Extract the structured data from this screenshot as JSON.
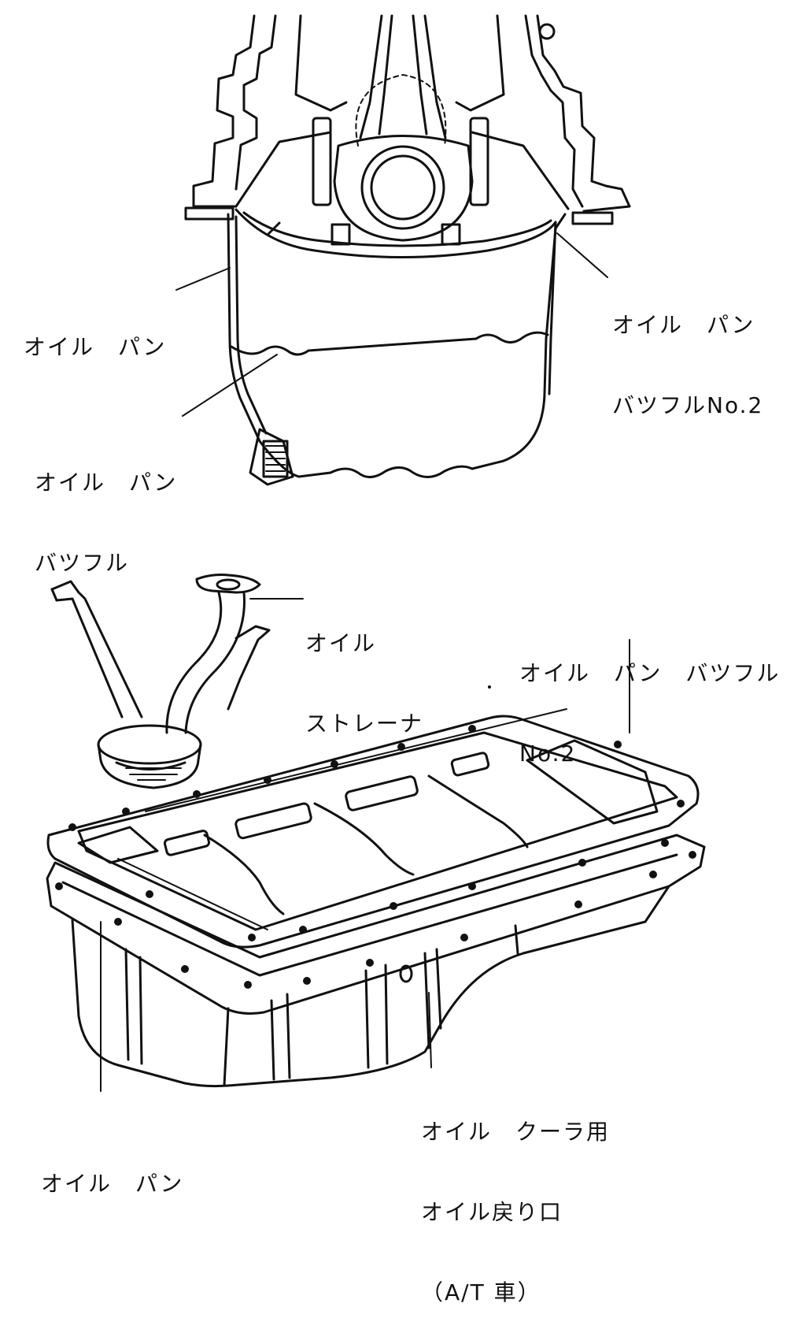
{
  "diagram": {
    "ink_color": "#111111",
    "paper_color": "#ffffff",
    "top_view": {
      "labels": {
        "oil_pan": "オイル　パン",
        "baffle_no2": [
          "オイル　パン",
          "バツフルNo.2"
        ],
        "baffle": [
          "オイル　パン",
          "バツフル"
        ]
      }
    },
    "bottom_view": {
      "labels": {
        "strainer": [
          "オイル",
          "ストレーナ"
        ],
        "baffle_no2": [
          "オイル　パン　バツフル",
          "No.2"
        ],
        "cooler_return": [
          "オイル　クーラ用",
          "オイル戻り口",
          "（A/T 車）"
        ],
        "oil_pan": "オイル　パン"
      }
    }
  }
}
